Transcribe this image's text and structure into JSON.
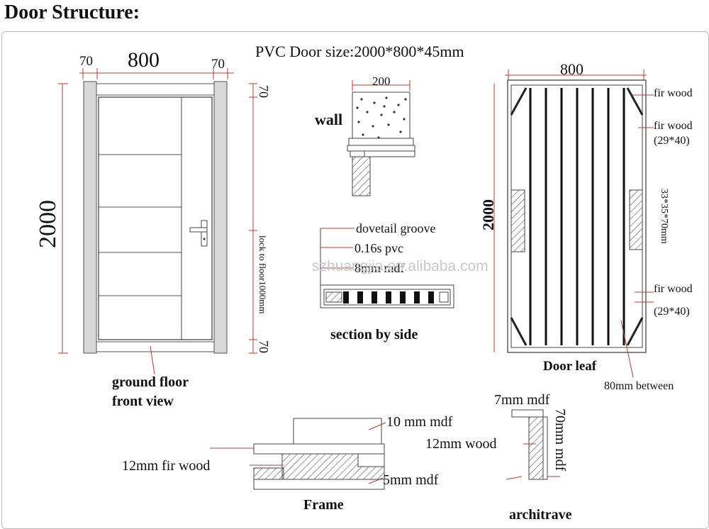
{
  "heading": "Door Structure:",
  "size_title": "PVC Door size:2000*800*45mm",
  "front": {
    "width_left": "70",
    "width_mid": "800",
    "width_right": "70",
    "height": "2000",
    "top_margin": "70",
    "bottom_margin": "70",
    "lock_note": "lock to floor1000mm",
    "caption_line1": "ground floor",
    "caption_line2": "front view"
  },
  "wall": {
    "dim": "200",
    "label": "wall"
  },
  "section": {
    "callout_1": "dovetail groove",
    "callout_2": "0.16s pvc",
    "callout_3": "8mm mdf",
    "caption": "section by side"
  },
  "leaf": {
    "width": "800",
    "height": "2000",
    "fir_1": "fir wood",
    "fir_2": "fir wood",
    "fir_2_size": "(29*40)",
    "block": "33*35*70mm",
    "fir_3": "fir wood",
    "fir_3_size": "(29*40)",
    "caption": "Door leaf",
    "spacing": "80mm between"
  },
  "frame": {
    "mdf10": "10 mm mdf",
    "fir12": "12mm fir wood",
    "mdf5": "5mm mdf",
    "caption": "Frame"
  },
  "architrave": {
    "mdf7": "7mm mdf",
    "wood12": "12mm wood",
    "mdf70": "70mm mdf",
    "caption": "architrave"
  },
  "watermark": "szhuangjia.en.alibaba.com"
}
